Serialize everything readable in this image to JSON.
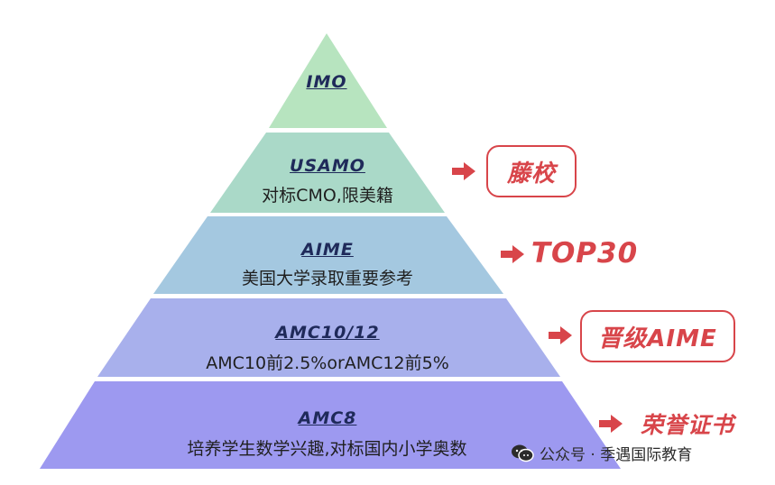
{
  "pyramid": {
    "tiers": [
      {
        "title": "IMO",
        "desc": ""
      },
      {
        "title": "USAMO",
        "desc": "对标CMO,限美籍"
      },
      {
        "title": "AIME",
        "desc": "美国大学录取重要参考"
      },
      {
        "title": "AMC10/12",
        "desc": "AMC10前2.5%orAMC12前5%"
      },
      {
        "title": "AMC8",
        "desc": "培养学生数学兴趣,对标国内小学奥数"
      }
    ],
    "colors": [
      "#b7e4bf",
      "#aad9c8",
      "#a4c8e0",
      "#a8b0ec",
      "#9d99f0"
    ]
  },
  "outcomes": [
    {
      "label": "藤校",
      "boxed": true
    },
    {
      "label": "TOP30",
      "boxed": false
    },
    {
      "label": "晋级AIME",
      "boxed": true
    },
    {
      "label": "荣誉证书",
      "boxed": false
    }
  ],
  "accent_color": "#d8454a",
  "watermark": {
    "text": "公众号 · 季遇国际教育",
    "icon": "wechat-icon"
  }
}
